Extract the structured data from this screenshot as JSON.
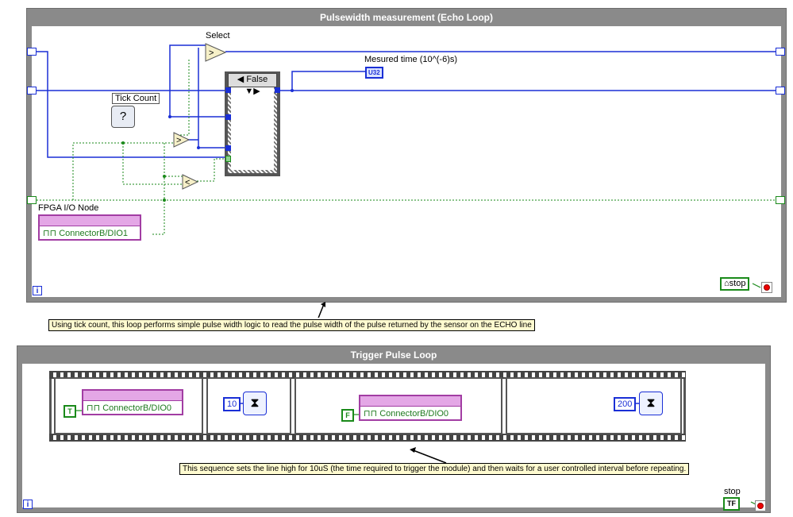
{
  "echo_loop": {
    "title": "Pulsewidth measurement (Echo Loop)",
    "select_label": "Select",
    "measured_label": "Mesured time (10^(-6)s)",
    "measured_type": "U32",
    "tick_label": "Tick Count",
    "case_value": "False",
    "io_label": "FPGA I/O Node",
    "io_channel": "ConnectorB/DIO1",
    "stop_label": "stop",
    "iteration": "i",
    "comment": "Using tick count, this loop performs simple pulse width logic to read the pulse width of the pulse returned by the sensor on the ECHO line"
  },
  "trigger_loop": {
    "title": "Trigger Pulse Loop",
    "const_true": "T",
    "io_channel_1": "ConnectorB/DIO0",
    "wait_1": "10",
    "const_false": "F",
    "io_channel_2": "ConnectorB/DIO0",
    "wait_2": "200",
    "stop_label": "stop",
    "stop_const": "TF",
    "iteration": "i",
    "comment": "This sequence sets the line high for 10uS (the time required to trigger the module) and then waits for a user controlled interval before repeating."
  },
  "icons": {
    "greater": ">",
    "less": "<",
    "select": ">",
    "tick": "?",
    "wait": "⧗",
    "arrow_down": "▼",
    "arrow_up": "▲"
  },
  "colors": {
    "frame": "#8a8a8a",
    "wire_int": "#1a2fd6",
    "wire_bool": "#1a8a1a",
    "io_node": "#a23da3",
    "comment_bg": "#fffbd0"
  }
}
